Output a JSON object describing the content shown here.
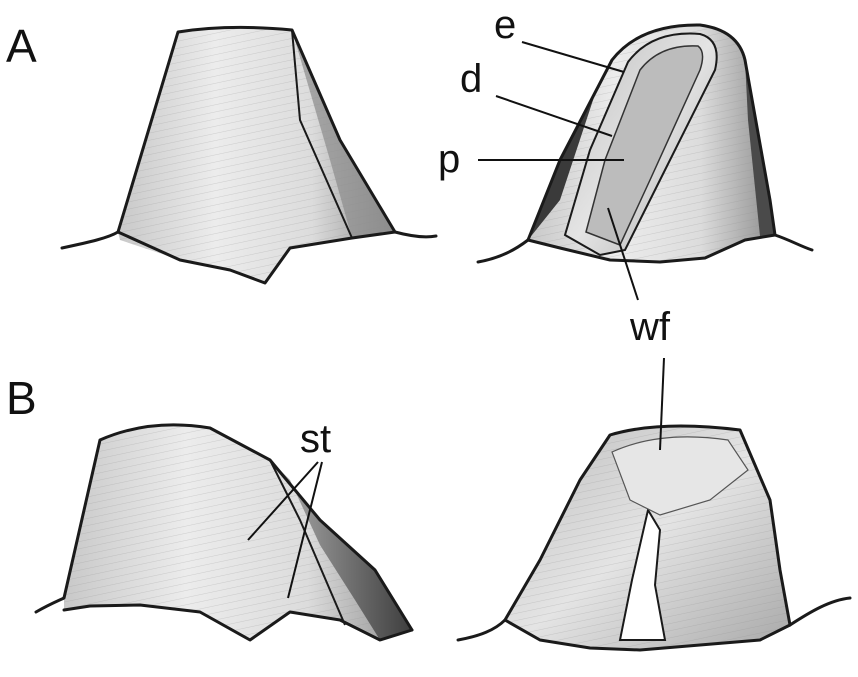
{
  "panels": [
    {
      "letter": "A"
    },
    {
      "letter": "B"
    }
  ],
  "labels": {
    "e": "e",
    "d": "d",
    "p": "p",
    "wf": "wf",
    "st": "st"
  }
}
